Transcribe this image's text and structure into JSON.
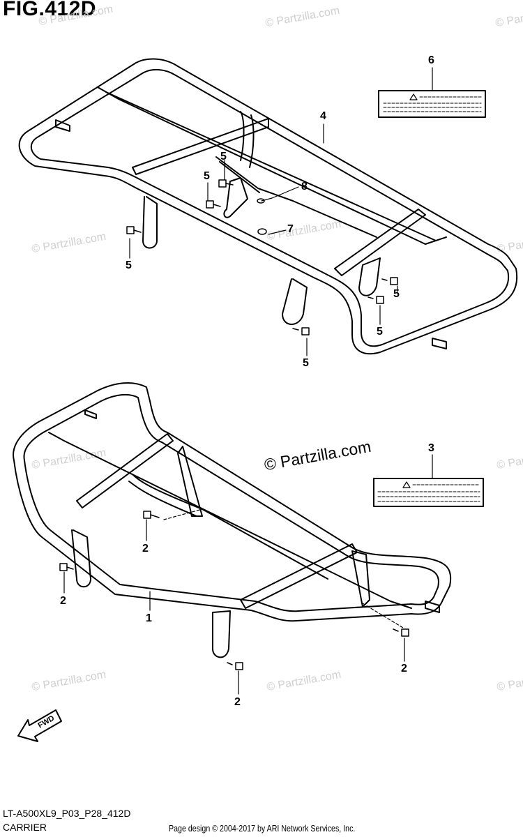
{
  "figure": {
    "title": "FIG.412D"
  },
  "watermarks": {
    "main": "© Partzilla.com",
    "faint": "© Partzilla.com"
  },
  "callouts": {
    "c1": "1",
    "c2a": "2",
    "c2b": "2",
    "c2c": "2",
    "c2d": "2",
    "c3": "3",
    "c4": "4",
    "c5a": "5",
    "c5b": "5",
    "c5c": "5",
    "c5d": "5",
    "c5e": "5",
    "c5f": "5",
    "c6": "6",
    "c7": "7",
    "c8": "8"
  },
  "fwd_label": "FWD",
  "footer": {
    "code": "LT-A500XL9_P03_P28_412D",
    "name": "CARRIER",
    "credit": "Page design © 2004-2017 by ARI Network Services, Inc."
  }
}
